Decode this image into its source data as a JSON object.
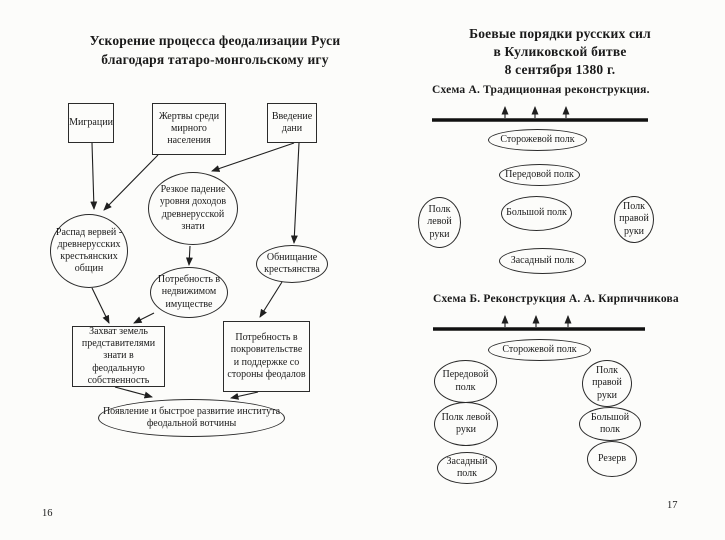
{
  "left_page": {
    "title_line1": "Ускорение процесса феодализации Руси",
    "title_line2": "благодаря татаро-монгольскому игу",
    "page_number": "16",
    "nodes": {
      "migrations": "Миграции",
      "victims": "Жертвы среди мирного населения",
      "tribute": "Введение дани",
      "income_drop": "Резкое падение уровня доходов древнерусской знати",
      "verv_collapse": "Распад вервей - древнерусских крестьянских общин",
      "property_need": "Потребность в недвижимом имуществе",
      "impoverishment": "Обнищание крестьянства",
      "land_seizure": "Захват земель представителями знати в феодальную собственность",
      "patronage_need": "Потребность в покровительстве и поддержке со стороны феодалов",
      "votchina": "Появление и быстрое развитие института феодальной вотчины"
    }
  },
  "right_page": {
    "title_line1": "Боевые порядки русских сил",
    "title_line2": "в Куликовской битве",
    "title_line3": "8 сентября 1380 г.",
    "page_number": "17",
    "schema_a": {
      "label": "Схема А. Традиционная реконструкция.",
      "nodes": {
        "storozhevoy": "Сторожевой полк",
        "peredovoy": "Передовой полк",
        "left_hand": "Полк левой руки",
        "bolshoy": "Большой полк",
        "right_hand": "Полк правой руки",
        "zasadny": "Засадный полк"
      }
    },
    "schema_b": {
      "label": "Схема Б. Реконструкция А. А. Кирпичникова",
      "nodes": {
        "storozhevoy": "Сторожевой полк",
        "peredovoy": "Передовой полк",
        "left_hand": "Полк левой руки",
        "zasadny": "Засадный полк",
        "right_hand": "Полк правой руки",
        "bolshoy": "Большой полк",
        "rezerv": "Резерв"
      }
    }
  }
}
